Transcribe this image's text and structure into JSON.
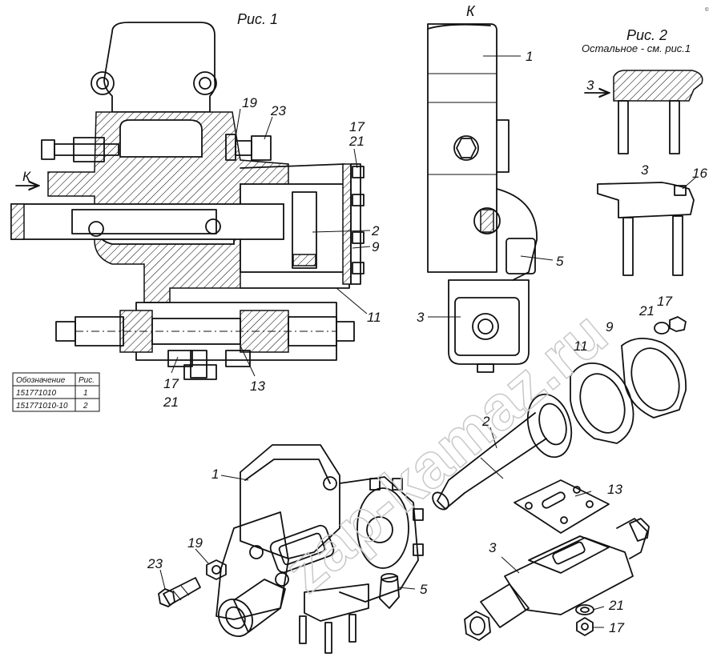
{
  "figure": {
    "fig1_caption": "Рис. 1",
    "fig2_caption": "Рис. 2",
    "fig2_note": "Остальное - см. рис.1",
    "view_mark_top": "К",
    "view_mark_left": "К",
    "arrow_3_label": "3",
    "watermark": "zap-kamaz.ru",
    "corner_tag": "©"
  },
  "table": {
    "headers": [
      "Обозначение",
      "Рис."
    ],
    "rows": [
      [
        "151771010",
        "1"
      ],
      [
        "151771010-10",
        "2"
      ]
    ]
  },
  "callouts": {
    "c19": "19",
    "c23": "23",
    "c17a": "17",
    "c21a": "21",
    "c2": "2",
    "c9": "9",
    "c11": "11",
    "c13": "13",
    "c17b": "17",
    "c21b": "21",
    "k1": "1",
    "k5": "5",
    "k3": "3",
    "f2_3a": "3",
    "f2_3b": "3",
    "f2_16": "16",
    "e21": "21",
    "e17": "17",
    "e9": "9",
    "e11": "11",
    "e2": "2",
    "e1": "1",
    "e13": "13",
    "e3": "3",
    "e19": "19",
    "e23": "23",
    "e5": "5",
    "e21b": "21",
    "e17b": "17"
  }
}
